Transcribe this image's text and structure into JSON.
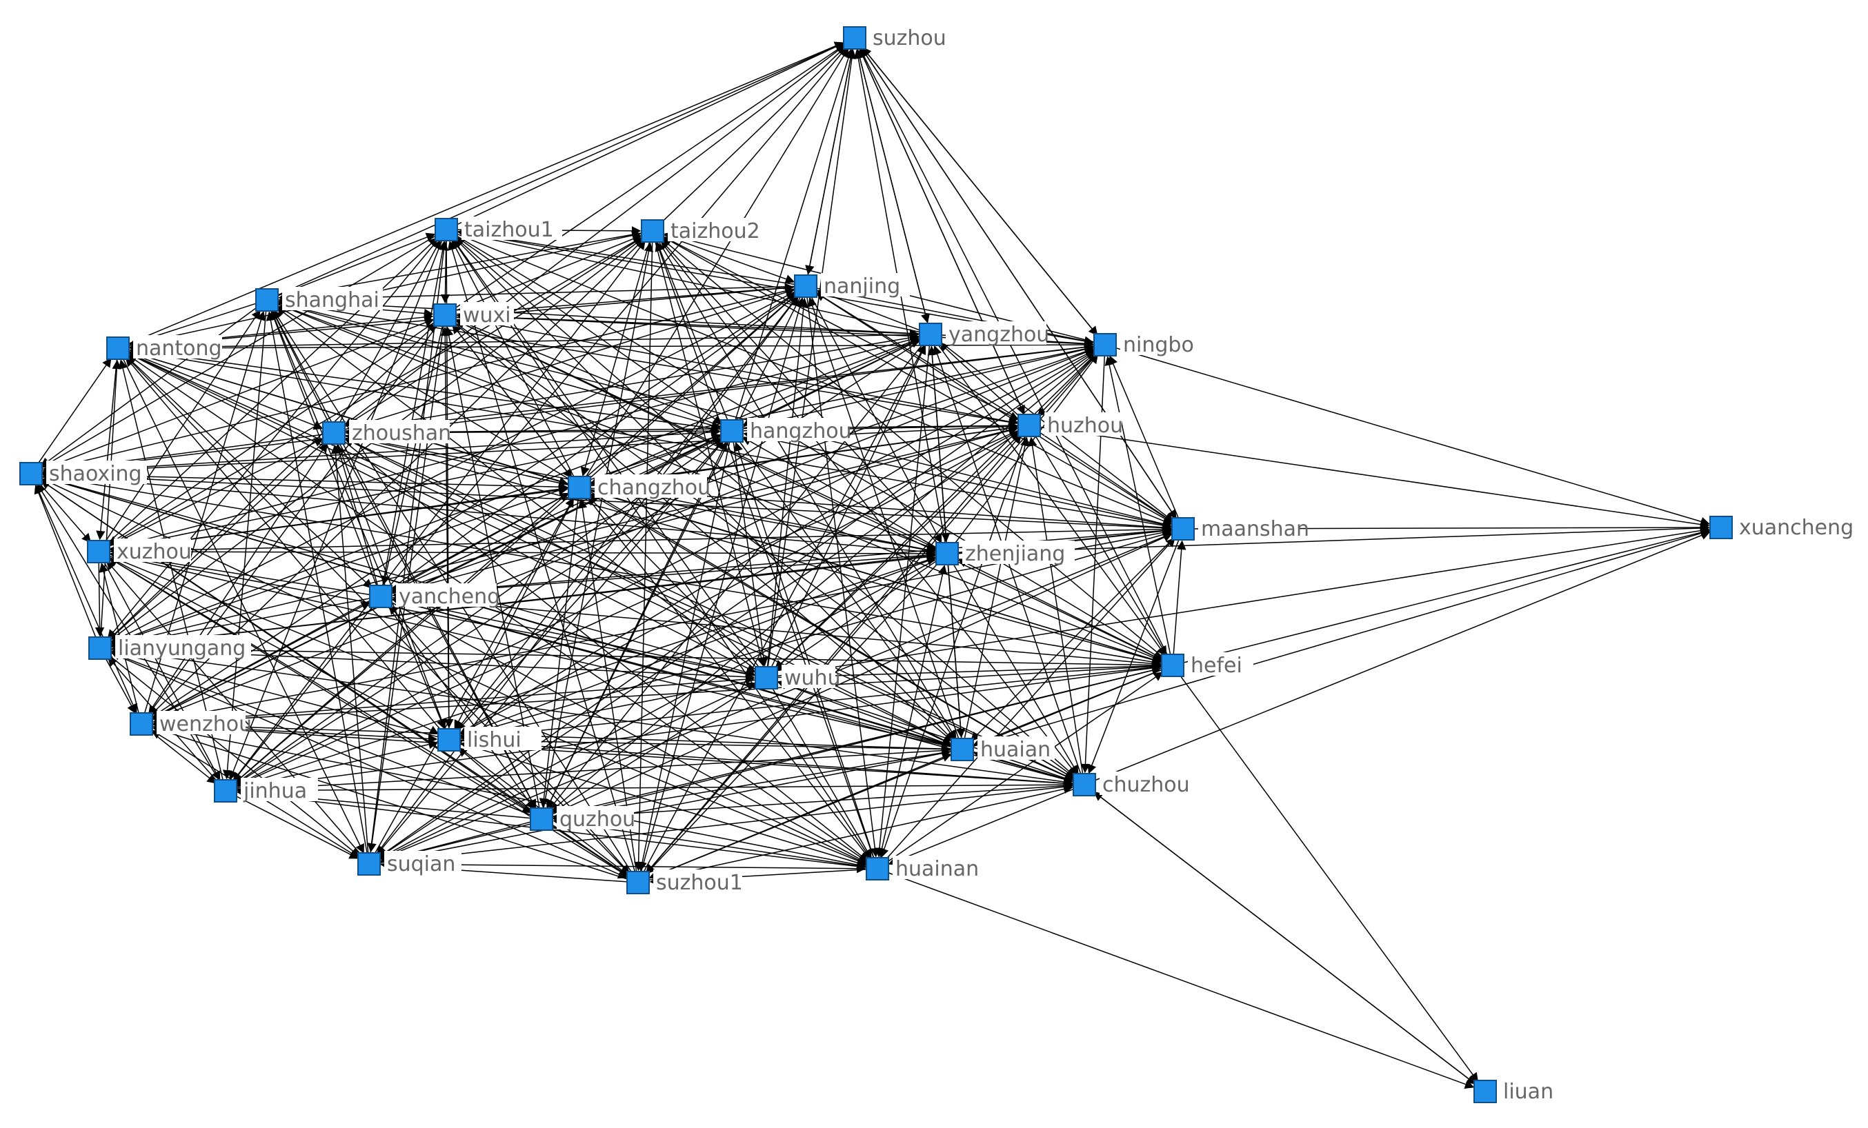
{
  "graph": {
    "colors": {
      "node_fill": "#1e8ee8",
      "node_border": "#0d4f86",
      "edge": "#000000",
      "label": "#666666"
    },
    "nodes": [
      {
        "id": "suzhou",
        "label": "suzhou"
      },
      {
        "id": "taizhou1",
        "label": "taizhou1"
      },
      {
        "id": "taizhou2",
        "label": "taizhou2"
      },
      {
        "id": "shanghai",
        "label": "shanghai"
      },
      {
        "id": "wuxi",
        "label": "wuxi"
      },
      {
        "id": "nanjing",
        "label": "nanjing"
      },
      {
        "id": "nantong",
        "label": "nantong"
      },
      {
        "id": "yangzhou",
        "label": "yangzhou"
      },
      {
        "id": "ningbo",
        "label": "ningbo"
      },
      {
        "id": "zhoushan",
        "label": "zhoushan"
      },
      {
        "id": "hangzhou",
        "label": "hangzhou"
      },
      {
        "id": "huzhou",
        "label": "huzhou"
      },
      {
        "id": "shaoxing",
        "label": "shaoxing"
      },
      {
        "id": "changzhou",
        "label": "changzhou"
      },
      {
        "id": "maanshan",
        "label": "maanshan"
      },
      {
        "id": "xuancheng",
        "label": "xuancheng"
      },
      {
        "id": "xuzhou",
        "label": "xuzhou"
      },
      {
        "id": "zhenjiang",
        "label": "zhenjiang"
      },
      {
        "id": "yancheng",
        "label": "yancheng"
      },
      {
        "id": "lianyungang",
        "label": "lianyungang"
      },
      {
        "id": "wuhu",
        "label": "wuhu"
      },
      {
        "id": "hefei",
        "label": "hefei"
      },
      {
        "id": "wenzhou",
        "label": "wenzhou"
      },
      {
        "id": "lishui",
        "label": "lishui"
      },
      {
        "id": "huaian",
        "label": "huaian"
      },
      {
        "id": "jinhua",
        "label": "jinhua"
      },
      {
        "id": "chuzhou",
        "label": "chuzhou"
      },
      {
        "id": "quzhou",
        "label": "quzhou"
      },
      {
        "id": "suqian",
        "label": "suqian"
      },
      {
        "id": "huainan",
        "label": "huainan"
      },
      {
        "id": "suzhou1",
        "label": "suzhou1"
      },
      {
        "id": "liuan",
        "label": "liuan"
      }
    ]
  }
}
